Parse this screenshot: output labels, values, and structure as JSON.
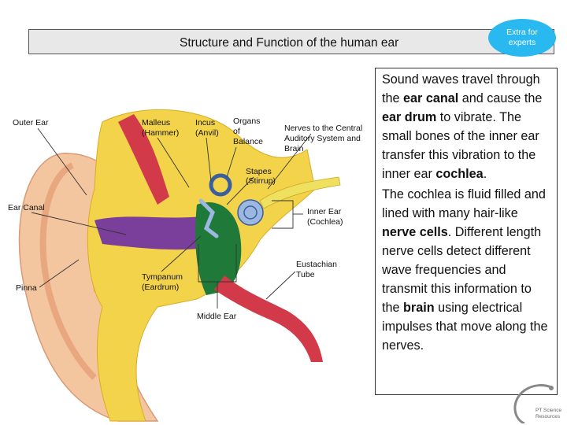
{
  "title": "Structure and Function of the human ear",
  "badge": {
    "line1": "Extra for",
    "line2": "experts"
  },
  "diagram_labels": {
    "outer_ear": "Outer Ear",
    "malleus": "Malleus",
    "malleus_sub": "(Hammer)",
    "incus": "Incus",
    "incus_sub": "(Anvil)",
    "organs": "Organs",
    "organs_of": "of",
    "organs_balance": "Balance",
    "nerves1": "Nerves to the Central",
    "nerves2": "Auditory System and",
    "nerves3": "Brain",
    "stapes": "Stapes",
    "stapes_sub": "(Stirrup)",
    "ear_canal": "Ear Canal",
    "inner_ear": "Inner Ear",
    "inner_ear_sub": "(Cochlea)",
    "eustachian": "Eustachian",
    "eustachian_sub": "Tube",
    "pinna": "Pinna",
    "tympanum": "Tympanum",
    "tympanum_sub": "(Eardrum)",
    "middle_ear": "Middle Ear"
  },
  "text": {
    "p1_a": "Sound waves travel through the ",
    "p1_b": "ear canal",
    "p1_c": " and cause the ",
    "p1_d": "ear drum",
    "p1_e": " to vibrate. The small bones of the inner ear transfer this vibration to the inner ear ",
    "p1_f": "cochlea",
    "p1_g": ".",
    "p2_a": "The cochlea is fluid filled and lined with many hair-like ",
    "p2_b": "nerve cells",
    "p2_c": ". Different length nerve cells detect different wave frequencies and transmit this information to the ",
    "p2_d": "brain",
    "p2_e": " using electrical impulses that move along the nerves."
  },
  "logo": {
    "line1": "PT Science",
    "line2": "Resources"
  },
  "colors": {
    "skin": "#f4c6a0",
    "skin_dark": "#e8a77f",
    "bone": "#f3d34a",
    "bone_dark": "#e0b828",
    "canal": "#7a3f9a",
    "muscle": "#d23a4a",
    "cochlea": "#9db8e0",
    "middle": "#1f7a3a",
    "badge": "#29b8f0"
  }
}
